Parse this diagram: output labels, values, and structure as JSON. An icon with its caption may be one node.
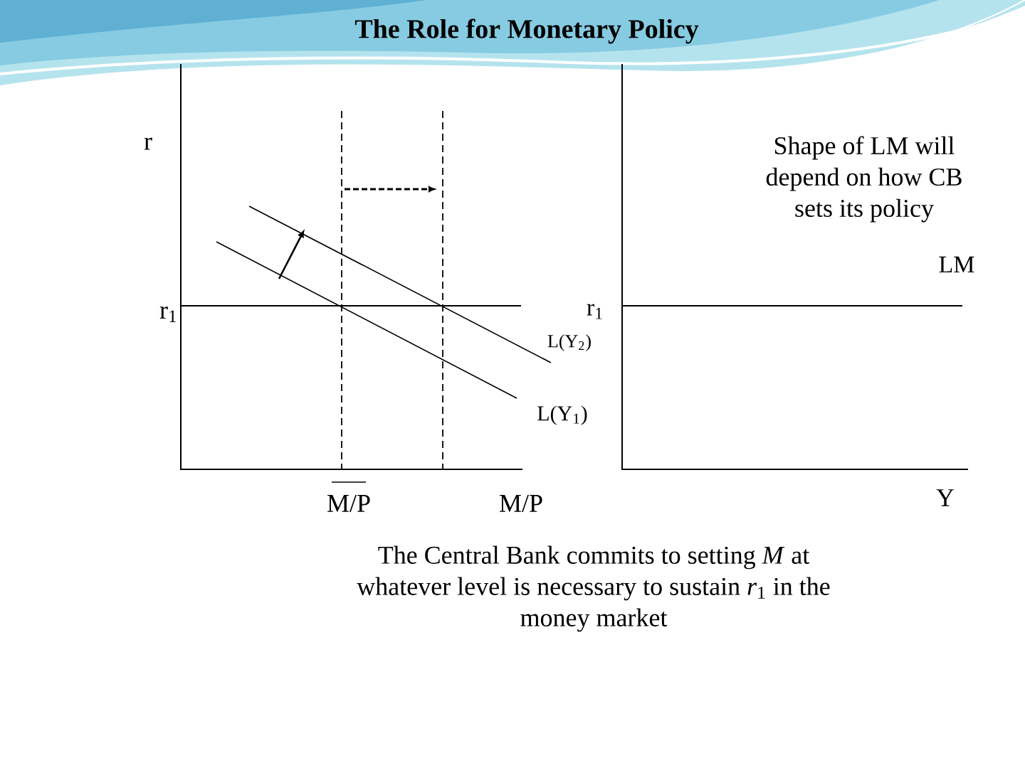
{
  "diagram": {
    "title": "The Role for Monetary Policy",
    "caption": "The Central Bank commits to setting *M* at whatever level is necessary to sustain *r*$_{1}$ in the money market",
    "labels": [
      "r",
      "Shape of LM will depend on how CB sets its policy",
      "LM",
      "r$_{1}$",
      "r$_{1}$",
      "L(Y$_{2}$)",
      "L(Y$_{1}$)",
      "M/P",
      "M/P",
      "Y"
    ]
  }
}
